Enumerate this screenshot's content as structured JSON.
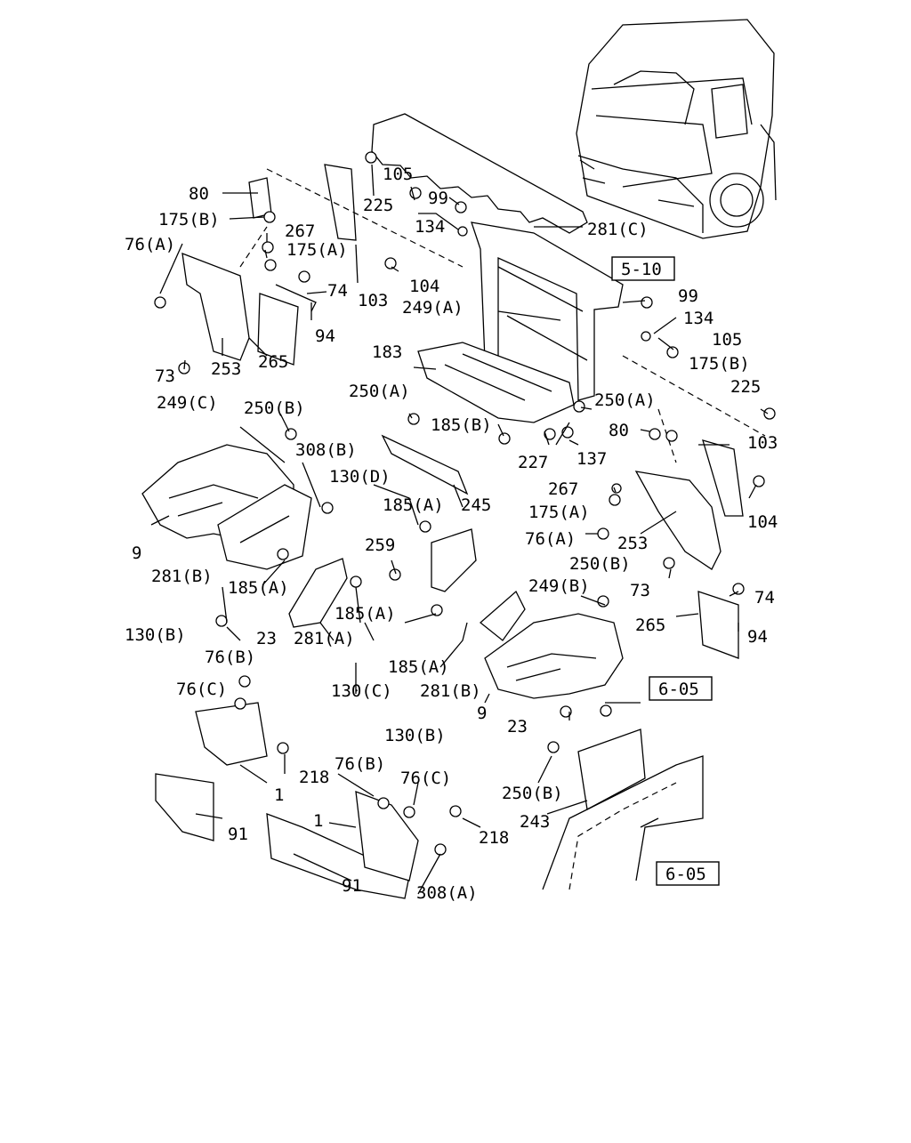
{
  "diagram": {
    "callouts": [
      "80",
      "175(B)",
      "76(A)",
      "267",
      "175(A)",
      "225",
      "105",
      "99",
      "134",
      "281(C)",
      "103",
      "104",
      "74",
      "94",
      "73",
      "253",
      "265",
      "249(A)",
      "99",
      "134",
      "105",
      "175(B)",
      "225",
      "183",
      "250(A)",
      "250(A)",
      "185(B)",
      "227",
      "137",
      "80",
      "103",
      "104",
      "249(C)",
      "250(B)",
      "308(B)",
      "130(D)",
      "185(A)",
      "245",
      "267",
      "175(A)",
      "76(A)",
      "253",
      "73",
      "74",
      "265",
      "94",
      "9",
      "281(B)",
      "185(A)",
      "130(B)",
      "23",
      "259",
      "185(A)",
      "281(A)",
      "130(C)",
      "76(B)",
      "76(C)",
      "250(B)",
      "249(B)",
      "185(A)",
      "281(B)",
      "9",
      "130(B)",
      "23",
      "218",
      "1",
      "91",
      "76(B)",
      "76(C)",
      "1",
      "218",
      "91",
      "308(A)",
      "250(B)",
      "243"
    ],
    "refs": [
      "5-10",
      "6-05",
      "6-05"
    ]
  }
}
